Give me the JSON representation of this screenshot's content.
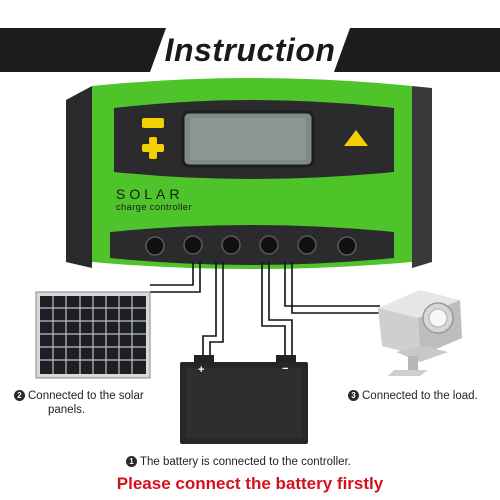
{
  "header": {
    "title": "Instruction"
  },
  "controller": {
    "brand": "SOLAR",
    "subtitle": "charge controller"
  },
  "battery": {
    "positive": "+",
    "negative": "−"
  },
  "captions": {
    "solar": {
      "number": "2",
      "line1": "Connected to the solar",
      "line2": "panels."
    },
    "load": {
      "number": "3",
      "text": "Connected to the load."
    },
    "battery": {
      "number": "1",
      "text": "The battery is connected to the controller."
    }
  },
  "warning": "Please connect the battery firstly",
  "colors": {
    "controller_green": "#4fc42a",
    "controller_dark": "#2b2b2d",
    "lcd": "#7f8a86",
    "button_yellow": "#f3d000",
    "warning_red": "#d6101a"
  },
  "icons": [
    "minus-icon",
    "plus-icon",
    "up-arrow-icon"
  ]
}
